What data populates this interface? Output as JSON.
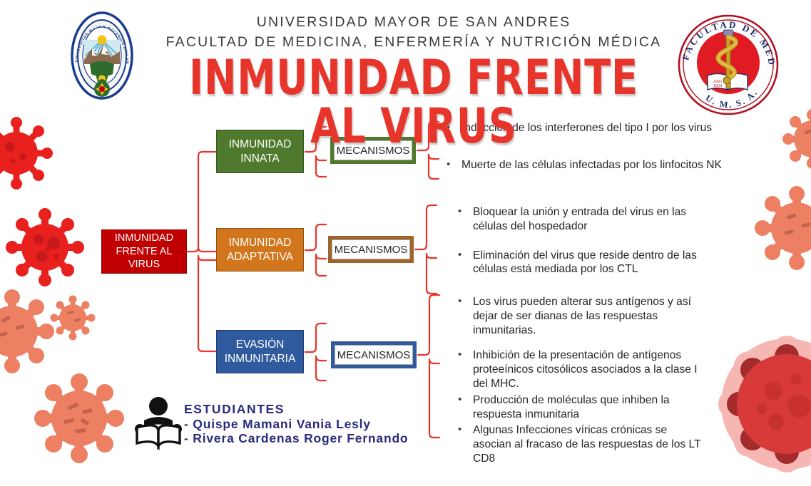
{
  "header": {
    "line1": "UNIVERSIDAD MAYOR DE SAN ANDRES",
    "line2": "FACULTAD DE MEDICINA, ENFERMERÍA Y NUTRICIÓN MÉDICA",
    "title": "INMUNIDAD FRENTE AL VIRUS"
  },
  "seals": {
    "left": {
      "name": "umsa-university-seal",
      "motto": "UNIVERSITAS MAJOR PACENSIS DIVI ANDREAE"
    },
    "right": {
      "name": "faculty-of-medicine-seal",
      "top_text": "FACULTAD DE MEDICINA",
      "bottom_text": "U. M. S. A.",
      "book_text": "AÑO 1834"
    }
  },
  "flow": {
    "root": {
      "label": "INMUNIDAD FRENTE AL VIRUS",
      "color": "#c00000"
    },
    "branches": [
      {
        "label": "INMUNIDAD INNATA",
        "color": "#4f7a2d",
        "mechanism_label": "MECANISMOS",
        "bullets": [
          "Inducción de los interferones del tipo I por los virus",
          "Muerte de las células infectadas por los linfocitos NK"
        ]
      },
      {
        "label": "INMUNIDAD ADAPTATIVA",
        "color": "#d2761d",
        "mechanism_label": "MECANISMOS",
        "bullets": [
          "Bloquear la unión y entrada del virus en las células del hospedador",
          "Eliminación del virus que reside dentro de las células está mediada por los CTL"
        ]
      },
      {
        "label": "EVASIÓN INMUNITARIA",
        "color": "#2f5a9e",
        "mechanism_label": "MECANISMOS",
        "bullets": [
          "Los virus pueden alterar sus antígenos y así dejar de ser dianas de las respuestas inmunitarias.",
          "Inhibición de  la presentación de antígenos proteeínicos citosólicos asociados a la clase I del MHC.",
          "Producción de  moléculas que inhiben la respuesta inmunitaria",
          "Algunas Infecciones víricas crónicas se asocian al fracaso de las respuestas de los LT CD8"
        ]
      }
    ]
  },
  "students": {
    "title": "ESTUDIANTES",
    "names": [
      "- Quispe Mamani Vania Lesly",
      "- Rivera Cardenas Roger Fernando"
    ],
    "icon": "person-reading-icon",
    "text_color": "#2b2b7a"
  },
  "decorations": {
    "virus_colors": {
      "bright_red": "#e8201e",
      "dark_red_dot": "#c7191a",
      "salmon": "#ed7f63",
      "salmon_dash": "#c4624b",
      "pale_pink": "#f6b7b2",
      "deep_red": "#d83a3a",
      "dark_red_spike": "#a32b2b"
    }
  }
}
